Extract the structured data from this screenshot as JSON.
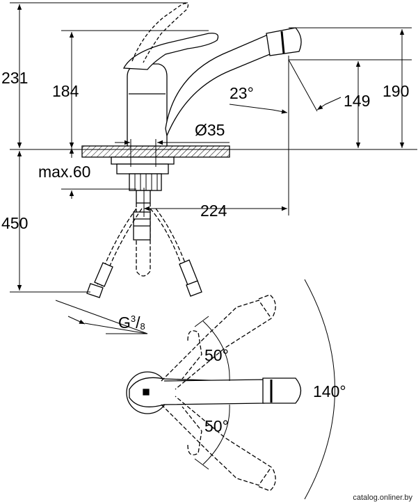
{
  "dimensions": {
    "total_height": "231",
    "body_height": "184",
    "spout_height": "190",
    "aerator_height": "149",
    "mount_hole": "Ø35",
    "max_thickness": "max.60",
    "spout_reach": "224",
    "hose_length": "450",
    "spout_angle": "23°",
    "connection_base": "G",
    "connection_num": "3",
    "connection_den": "8"
  },
  "rotation": {
    "upper_angle": "50°",
    "lower_angle": "50°",
    "total_angle": "140°"
  },
  "watermark": "catalog.onliner.by"
}
